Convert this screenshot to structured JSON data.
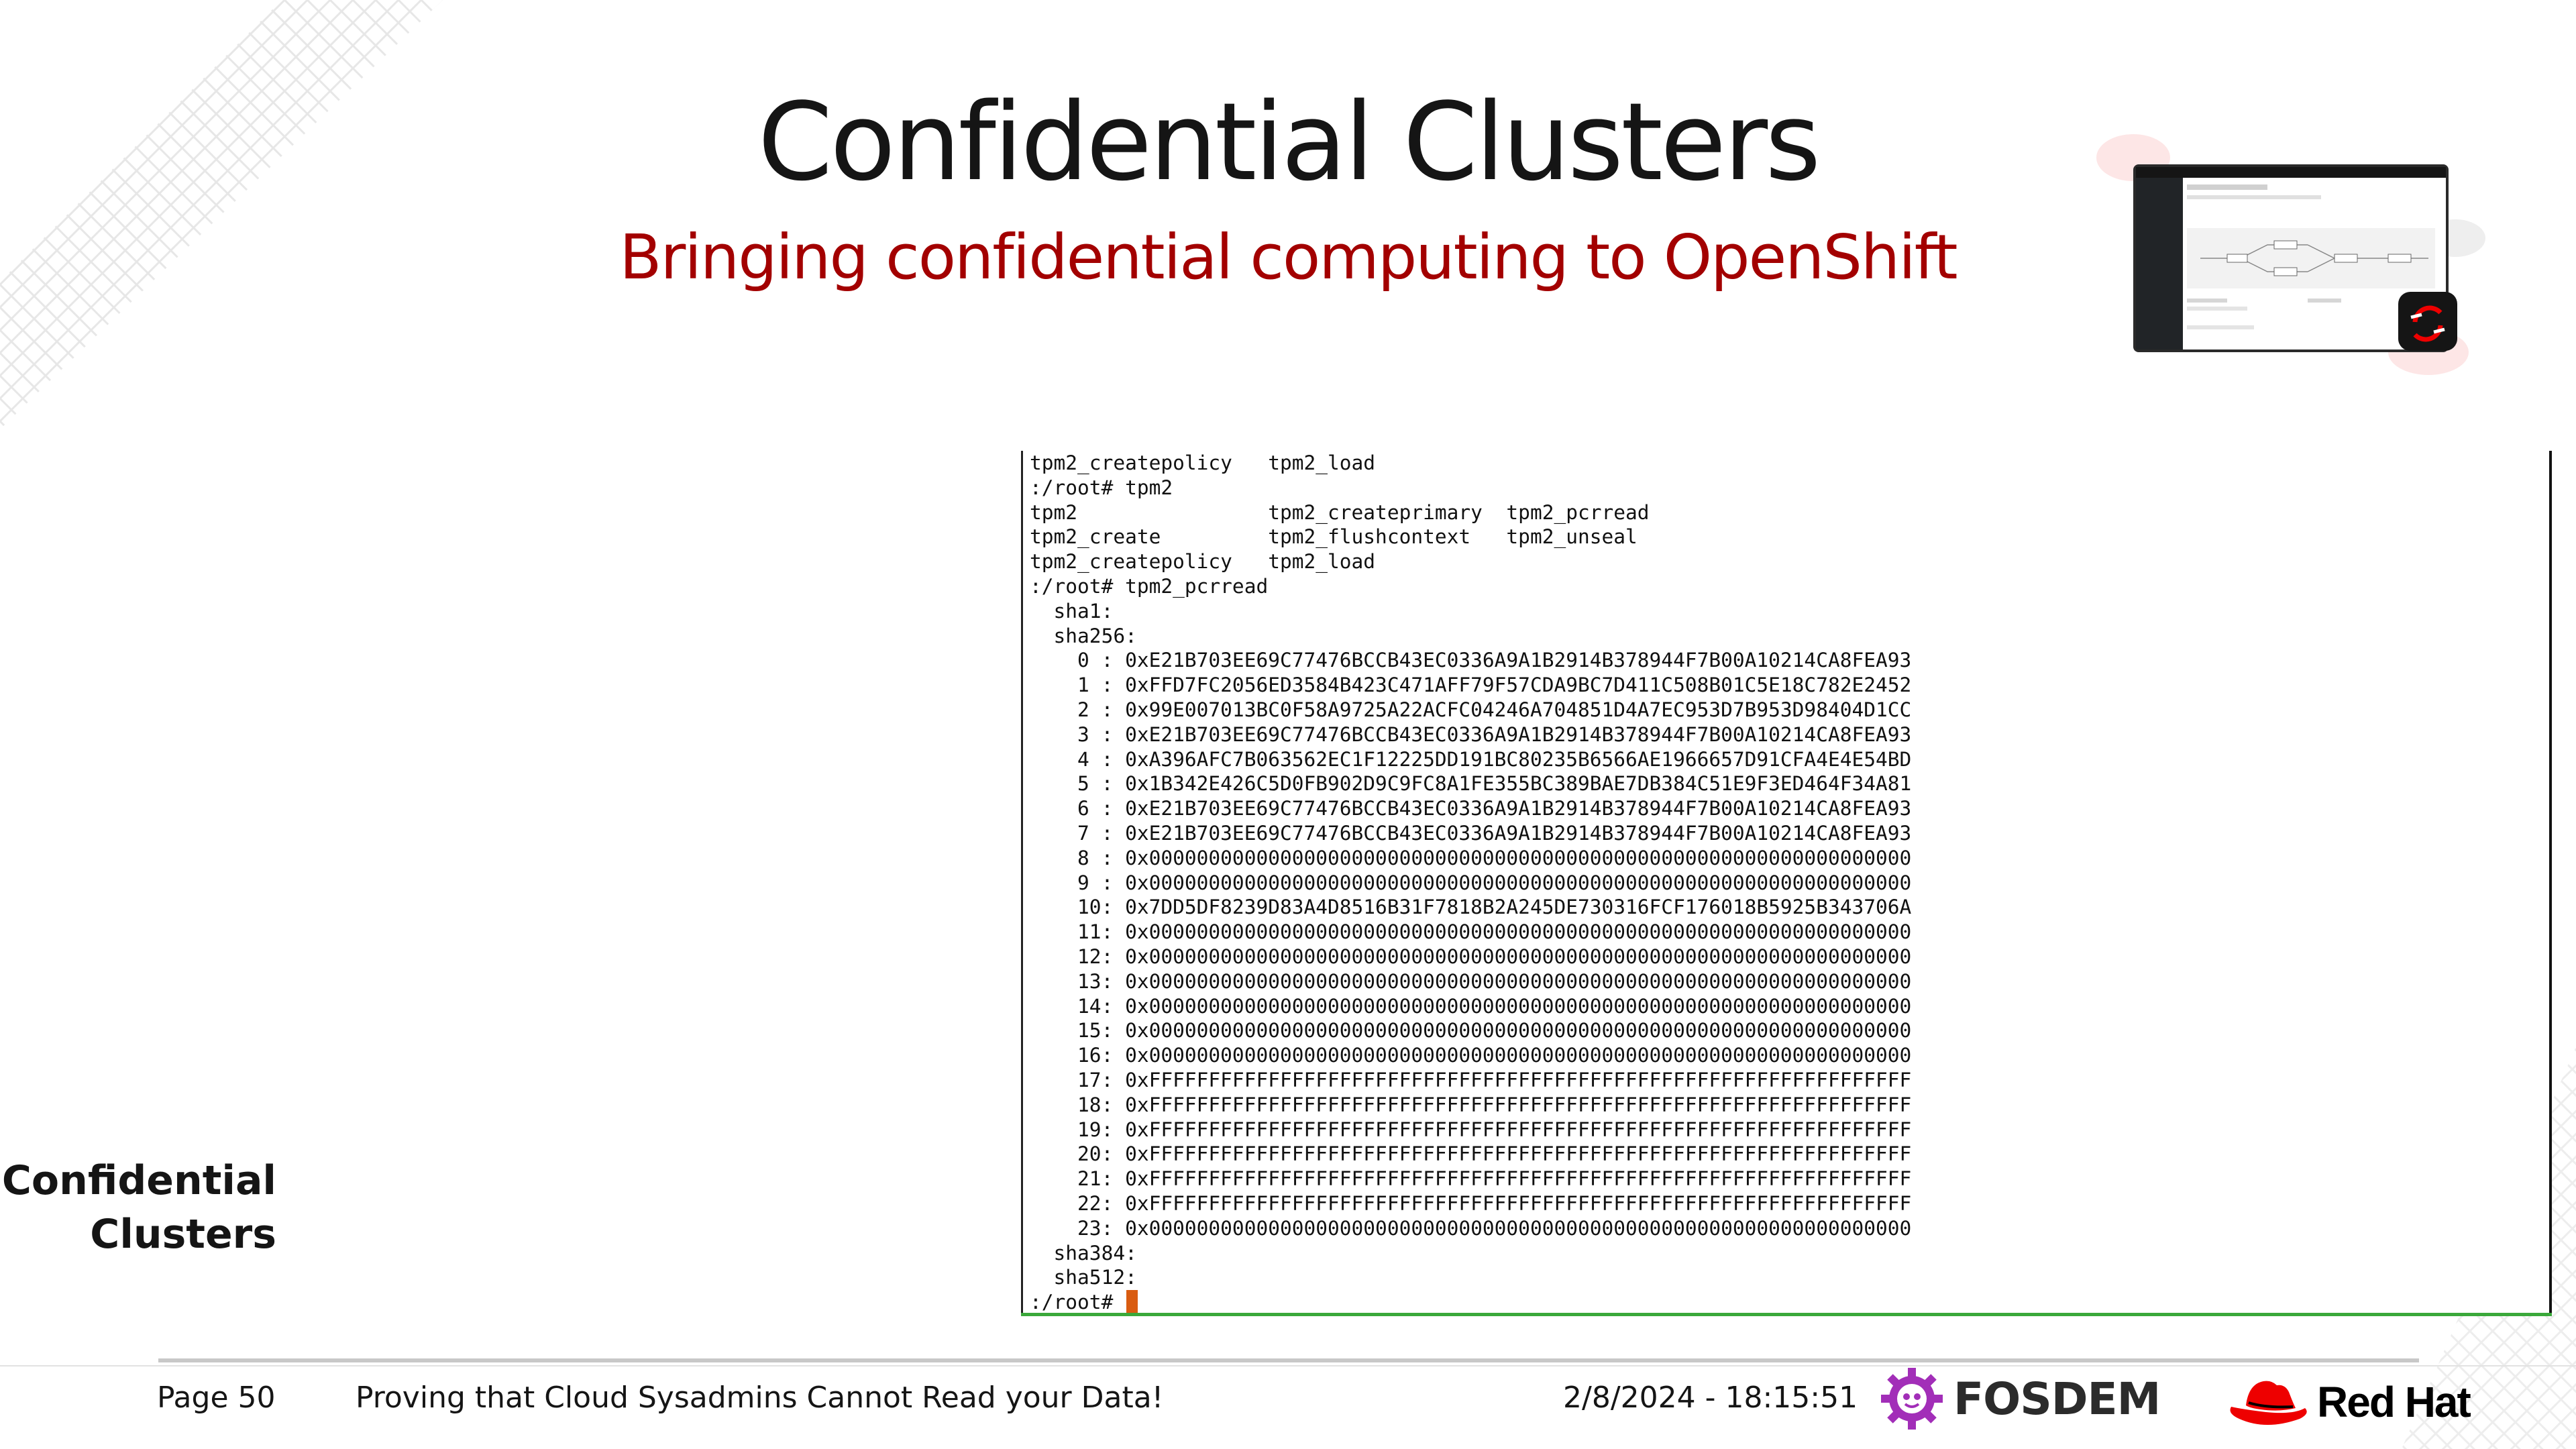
{
  "slide": {
    "title": "Confidential Clusters",
    "subtitle": "Bringing confidential computing to OpenShift",
    "side_label_line1": "Confidential",
    "side_label_line2": "Clusters"
  },
  "terminal": {
    "lines": [
      "tpm2_createpolicy   tpm2_load",
      ":/root# tpm2",
      "tpm2                tpm2_createprimary  tpm2_pcrread",
      "tpm2_create         tpm2_flushcontext   tpm2_unseal",
      "tpm2_createpolicy   tpm2_load",
      ":/root# tpm2_pcrread",
      "  sha1:",
      "  sha256:",
      "    0 : 0xE21B703EE69C77476BCCB43EC0336A9A1B2914B378944F7B00A10214CA8FEA93",
      "    1 : 0xFFD7FC2056ED3584B423C471AFF79F57CDA9BC7D411C508B01C5E18C782E2452",
      "    2 : 0x99E007013BC0F58A9725A22ACFC04246A704851D4A7EC953D7B953D98404D1CC",
      "    3 : 0xE21B703EE69C77476BCCB43EC0336A9A1B2914B378944F7B00A10214CA8FEA93",
      "    4 : 0xA396AFC7B063562EC1F12225DD191BC80235B6566AE1966657D91CFA4E4E54BD",
      "    5 : 0x1B342E426C5D0FB902D9C9FC8A1FE355BC389BAE7DB384C51E9F3ED464F34A81",
      "    6 : 0xE21B703EE69C77476BCCB43EC0336A9A1B2914B378944F7B00A10214CA8FEA93",
      "    7 : 0xE21B703EE69C77476BCCB43EC0336A9A1B2914B378944F7B00A10214CA8FEA93",
      "    8 : 0x0000000000000000000000000000000000000000000000000000000000000000",
      "    9 : 0x0000000000000000000000000000000000000000000000000000000000000000",
      "    10: 0x7DD5DF8239D83A4D8516B31F7818B2A245DE730316FCF176018B5925B343706A",
      "    11: 0x0000000000000000000000000000000000000000000000000000000000000000",
      "    12: 0x0000000000000000000000000000000000000000000000000000000000000000",
      "    13: 0x0000000000000000000000000000000000000000000000000000000000000000",
      "    14: 0x0000000000000000000000000000000000000000000000000000000000000000",
      "    15: 0x0000000000000000000000000000000000000000000000000000000000000000",
      "    16: 0x0000000000000000000000000000000000000000000000000000000000000000",
      "    17: 0xFFFFFFFFFFFFFFFFFFFFFFFFFFFFFFFFFFFFFFFFFFFFFFFFFFFFFFFFFFFFFFFF",
      "    18: 0xFFFFFFFFFFFFFFFFFFFFFFFFFFFFFFFFFFFFFFFFFFFFFFFFFFFFFFFFFFFFFFFF",
      "    19: 0xFFFFFFFFFFFFFFFFFFFFFFFFFFFFFFFFFFFFFFFFFFFFFFFFFFFFFFFFFFFFFFFF",
      "    20: 0xFFFFFFFFFFFFFFFFFFFFFFFFFFFFFFFFFFFFFFFFFFFFFFFFFFFFFFFFFFFFFFFF",
      "    21: 0xFFFFFFFFFFFFFFFFFFFFFFFFFFFFFFFFFFFFFFFFFFFFFFFFFFFFFFFFFFFFFFFF",
      "    22: 0xFFFFFFFFFFFFFFFFFFFFFFFFFFFFFFFFFFFFFFFFFFFFFFFFFFFFFFFFFFFFFFFF",
      "    23: 0x0000000000000000000000000000000000000000000000000000000000000000",
      "  sha384:",
      "  sha512:"
    ],
    "prompt": ":/root# "
  },
  "footer": {
    "page": "Page 50",
    "talk_title": "Proving that Cloud Sysadmins Cannot Read your Data!",
    "datetime": "2/8/2024 - 18:15:51",
    "fosdem_logo_text": "FOSDEM",
    "redhat_logo_text": "Red Hat"
  },
  "colors": {
    "accent_red": "#a30000",
    "redhat_red": "#ee0000",
    "fosdem_purple": "#a22eb8",
    "terminal_cursor": "#d95c11",
    "terminal_border_green": "#3aa83a"
  },
  "icons": [
    "openshift-icon",
    "fosdem-gear-icon",
    "redhat-fedora-icon"
  ]
}
